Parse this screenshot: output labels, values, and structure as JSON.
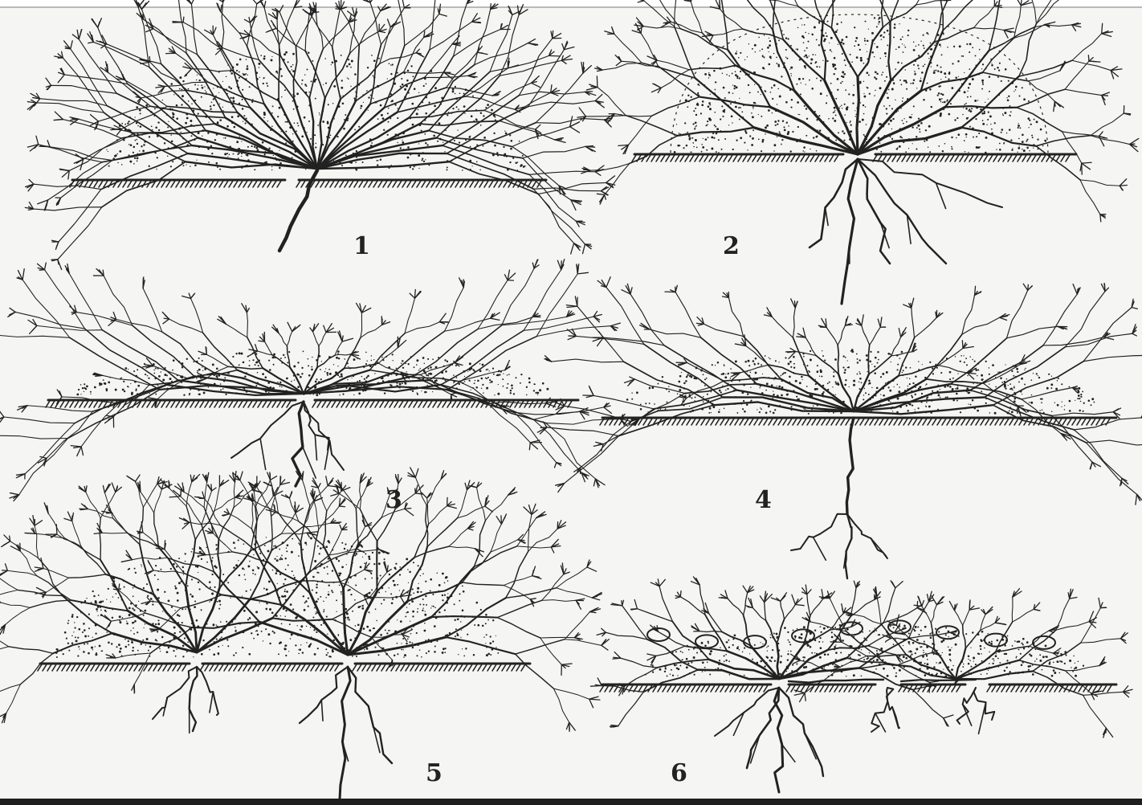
{
  "figure": {
    "panels": [
      {
        "id": "panel-1",
        "label": "1"
      },
      {
        "id": "panel-2",
        "label": "2"
      },
      {
        "id": "panel-3",
        "label": "3"
      },
      {
        "id": "panel-4",
        "label": "4"
      },
      {
        "id": "panel-5",
        "label": "5"
      },
      {
        "id": "panel-6",
        "label": "6"
      }
    ]
  },
  "style": {
    "ink": "#222222",
    "paper": "#f5f5f3"
  }
}
